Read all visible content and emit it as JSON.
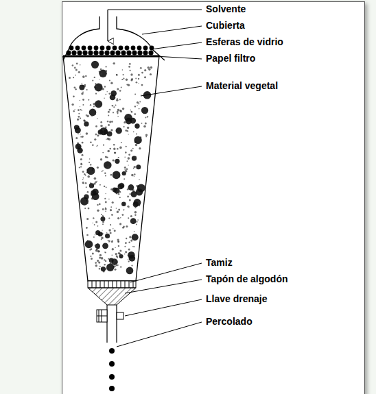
{
  "diagram": {
    "labels": [
      "Solvente",
      "Cubierta",
      "Esferas de vidrio",
      "Papel filtro",
      "Material vegetal",
      "Tamiz",
      "Tapón de algodón",
      "Llave drenaje",
      "Percolado"
    ]
  }
}
